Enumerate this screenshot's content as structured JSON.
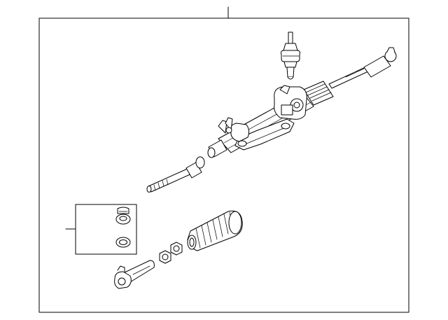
{
  "diagram": {
    "kind": "exploded parts illustration",
    "background": "#ffffff",
    "line_color": "#000000",
    "parts": [
      "steering-gear-assembly",
      "pinion-sensor",
      "inner-tie-rod",
      "gear-boot",
      "boot-clamp",
      "jam-nut",
      "outer-tie-rod-end",
      "bushing",
      "seal-ring"
    ]
  }
}
